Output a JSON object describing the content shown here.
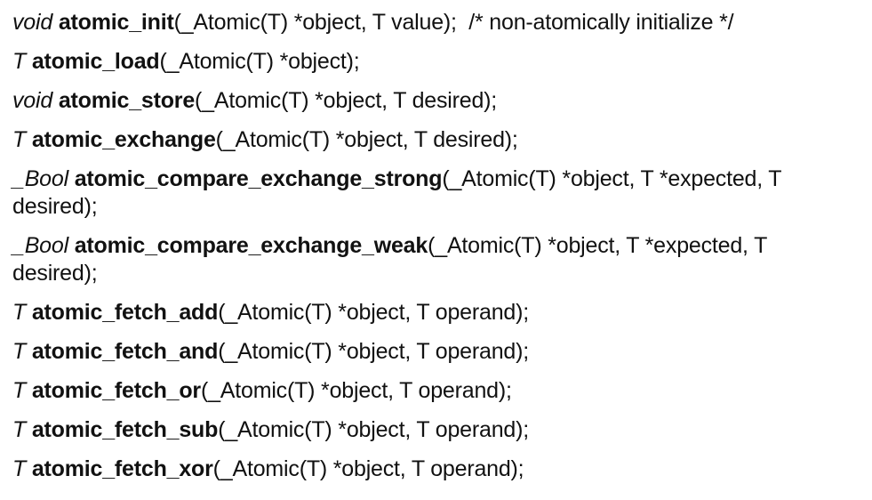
{
  "lines": [
    {
      "ret": "void",
      "fn": "atomic_init",
      "args": "(_Atomic(T) *object, T value);",
      "comment": "  /* non-atomically initialize */"
    },
    {
      "ret": "T",
      "fn": "atomic_load",
      "args": "(_Atomic(T) *object);",
      "comment": ""
    },
    {
      "ret": "void",
      "fn": "atomic_store",
      "args": "(_Atomic(T) *object, T desired);",
      "comment": ""
    },
    {
      "ret": "T",
      "fn": "atomic_exchange",
      "args": "(_Atomic(T) *object, T desired);",
      "comment": ""
    },
    {
      "ret": "_Bool",
      "fn": "atomic_compare_exchange_strong",
      "args": "(_Atomic(T) *object, T *expected, T desired);",
      "comment": ""
    },
    {
      "ret": "_Bool",
      "fn": "atomic_compare_exchange_weak",
      "args": "(_Atomic(T) *object, T *expected, T desired);",
      "comment": ""
    },
    {
      "ret": "T",
      "fn": "atomic_fetch_add",
      "args": "(_Atomic(T) *object, T operand);",
      "comment": ""
    },
    {
      "ret": "T",
      "fn": "atomic_fetch_and",
      "args": "(_Atomic(T) *object, T operand);",
      "comment": ""
    },
    {
      "ret": "T",
      "fn": "atomic_fetch_or",
      "args": "(_Atomic(T) *object, T operand);",
      "comment": ""
    },
    {
      "ret": "T",
      "fn": "atomic_fetch_sub",
      "args": "(_Atomic(T) *object, T operand);",
      "comment": ""
    },
    {
      "ret": "T",
      "fn": "atomic_fetch_xor",
      "args": "(_Atomic(T) *object, T operand);",
      "comment": ""
    }
  ]
}
